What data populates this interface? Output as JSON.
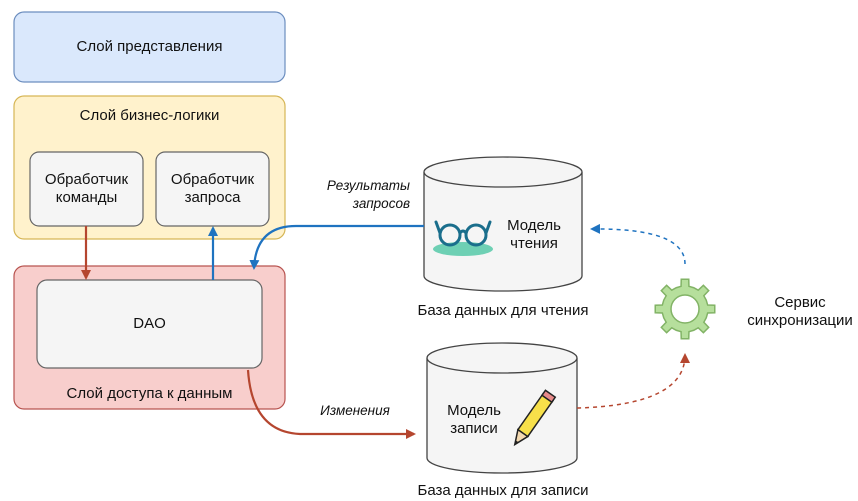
{
  "layers": {
    "presentation": "Слой представления",
    "business": "Слой бизнес-логики",
    "data_access": "Слой доступа к данным"
  },
  "handlers": {
    "command": [
      "Обработчик",
      "команды"
    ],
    "query": [
      "Обработчик",
      "запроса"
    ]
  },
  "dao": "DAO",
  "read_db": {
    "model": [
      "Модель",
      "чтения"
    ],
    "caption": "База данных для чтения"
  },
  "write_db": {
    "model": [
      "Модель",
      "записи"
    ],
    "caption": "База данных для записи"
  },
  "sync_service": [
    "Сервис",
    "синхронизации"
  ],
  "edge_labels": {
    "query_results": [
      "Результаты",
      "запросов"
    ],
    "changes": "Изменения"
  },
  "colors": {
    "presentation_fill": "#dae8fc",
    "presentation_stroke": "#6c8ebf",
    "business_fill": "#fff2cc",
    "business_stroke": "#d6b656",
    "data_fill": "#f8cecc",
    "data_stroke": "#b85450",
    "box_fill": "#f5f5f5",
    "box_stroke": "#666666",
    "red_arrow": "#b5462f",
    "blue_arrow": "#1f73c0",
    "gear": "#97d077",
    "glasses": "#1a6e8c"
  },
  "icons": [
    "glasses-icon",
    "pencil-icon",
    "gear-icon"
  ]
}
